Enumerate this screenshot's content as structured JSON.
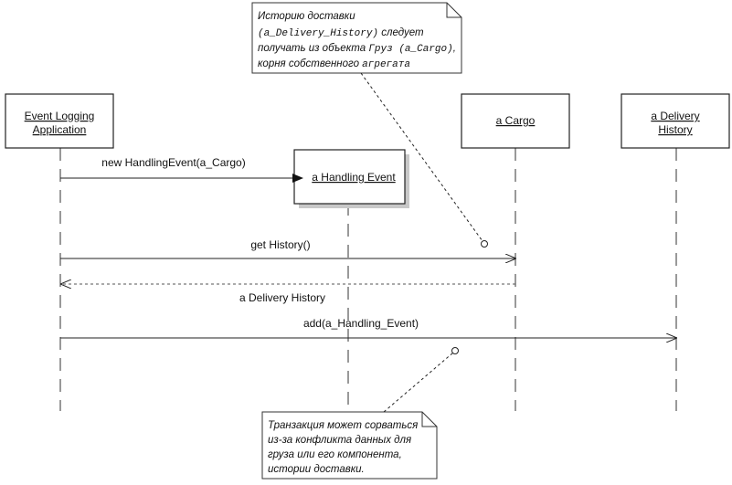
{
  "objects": [
    {
      "id": "logging",
      "lines": [
        "Event Logging",
        "Application"
      ]
    },
    {
      "id": "handling",
      "lines": [
        "a Handling Event"
      ]
    },
    {
      "id": "cargo",
      "lines": [
        "a Cargo"
      ]
    },
    {
      "id": "history",
      "lines": [
        "a Delivery",
        "History"
      ]
    }
  ],
  "messages": [
    {
      "label": "new HandlingEvent(a_Cargo)",
      "kind": "create"
    },
    {
      "label": "get History()",
      "kind": "call"
    },
    {
      "label": "a Delivery History",
      "kind": "return"
    },
    {
      "label": "add(a_Handling_Event)",
      "kind": "call"
    }
  ],
  "notes": {
    "top": {
      "line1": "Историю доставки",
      "line2_code": "(a_Delivery_History)",
      "line2_rest": " следует",
      "line3_text": "получать из объекта ",
      "line3_code1": "Груз",
      "line3_code2": " (a_Cargo)",
      "line3_tail": ",",
      "line4_text": "корня собственного ",
      "line4_code": "агрегата"
    },
    "bottom": {
      "lines": [
        "Транзакция может сорваться",
        "из-за конфликта данных для",
        "груза или его компонента,",
        "истории доставки."
      ]
    }
  }
}
